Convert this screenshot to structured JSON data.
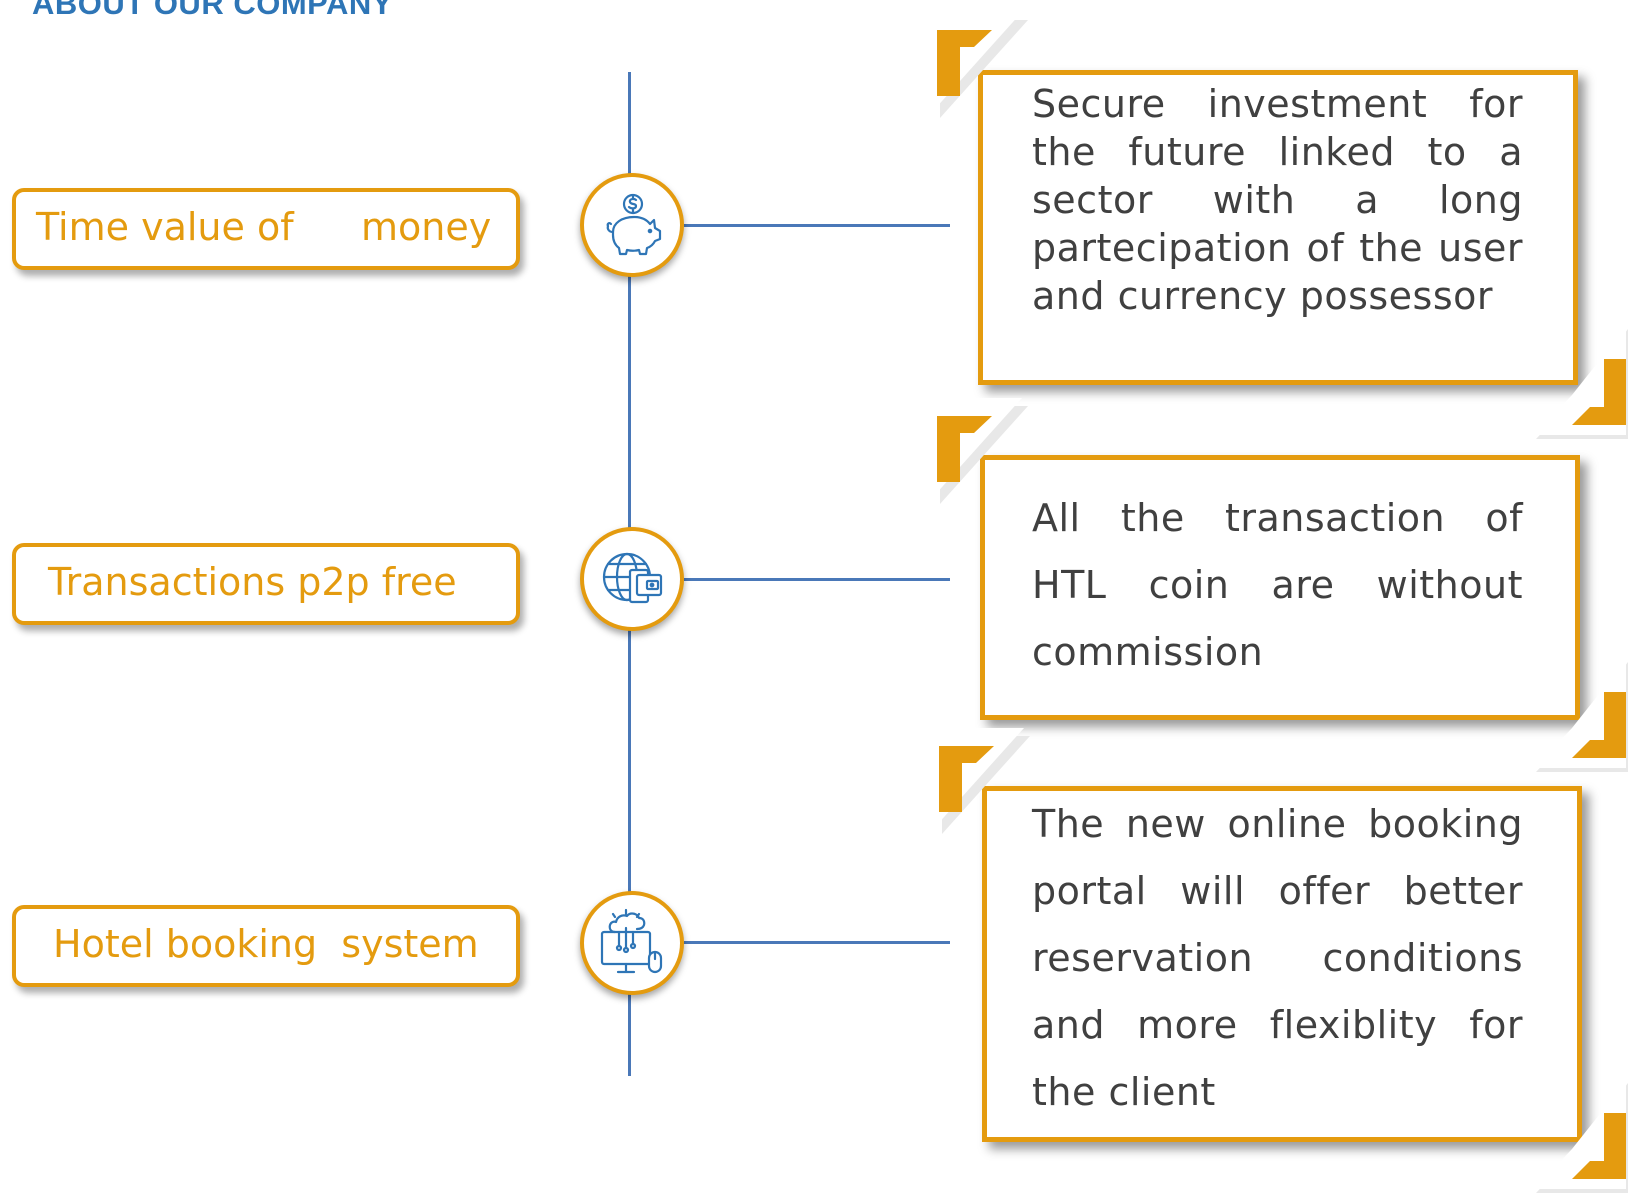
{
  "title": "ABOUT OUR COMPANY",
  "colors": {
    "accent": "#e49b0f",
    "line": "#4a78b8",
    "title": "#2e75b6",
    "text": "#404040"
  },
  "features": [
    {
      "label_parts": [
        "Time value of",
        "money"
      ],
      "icon": "piggy-bank-icon",
      "description": "Secure investment for the future linked to a sector with a long partecipation of the user and currency possessor"
    },
    {
      "label": "Transactions p2p free",
      "icon": "globe-wallet-icon",
      "description": "All the transaction of HTL coin are without commission"
    },
    {
      "label": "Hotel booking  system",
      "icon": "cloud-computer-icon",
      "description": "The new online booking portal will offer better reservation conditions and more flexiblity for the client"
    }
  ]
}
